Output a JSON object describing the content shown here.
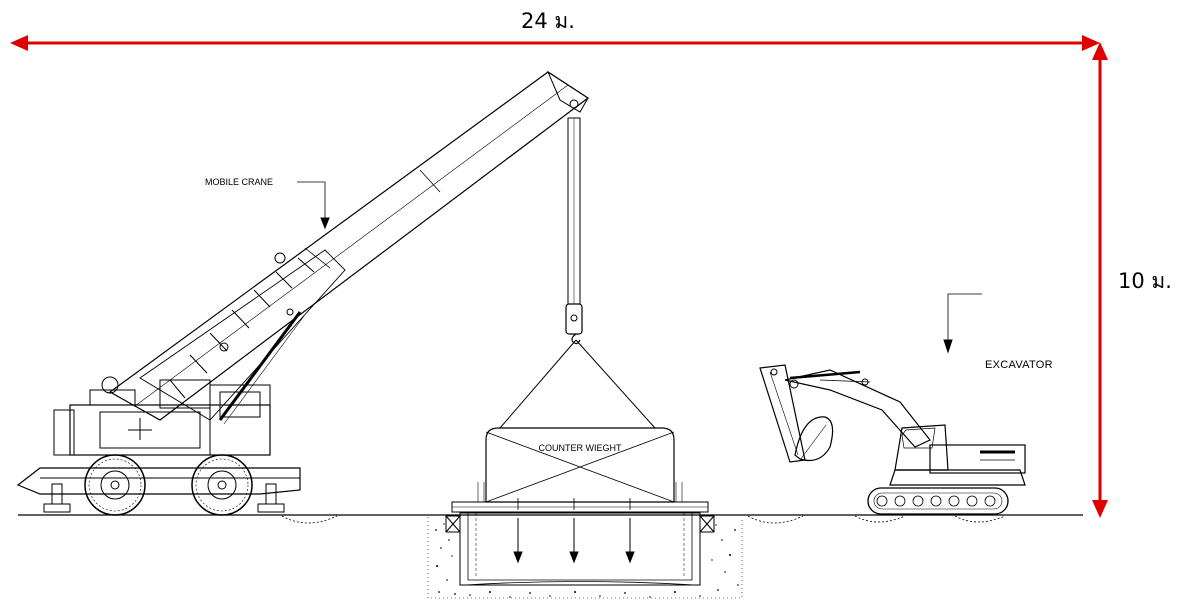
{
  "dimensions": {
    "width_label": "24 ม.",
    "height_label": "10 ม."
  },
  "labels": {
    "crane": "MOBILE CRANE",
    "excavator": "EXCAVATOR",
    "counterweight": "COUNTER WIEGHT"
  },
  "colors": {
    "dimension": "#e00000",
    "drawing": "#000000",
    "background": "#ffffff"
  }
}
